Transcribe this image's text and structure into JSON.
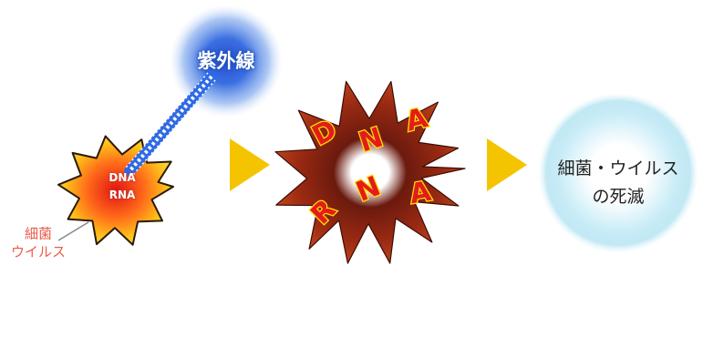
{
  "uv_light": {
    "label": "紫外線"
  },
  "bacterium": {
    "dna_label": "DNA",
    "rna_label": "RNA",
    "caption_line1": "細菌",
    "caption_line2": "ウイルス"
  },
  "explosion": {
    "dna_letters": [
      "D",
      "N",
      "A"
    ],
    "rna_letters": [
      "R",
      "N",
      "A"
    ]
  },
  "result": {
    "line1": "細菌・ウイルス",
    "line2": "の死滅"
  },
  "colors": {
    "uv_blue": "#3a6fe0",
    "arrow_yellow": "#f5c400",
    "bacterium_orange": "#ff8a1e",
    "explosion_dark": "#6b1a0e",
    "letter_red": "#e51b1b",
    "letter_yellow": "#ffe000",
    "result_cyan": "#a9dff0",
    "caption_red": "#e85d4a"
  }
}
